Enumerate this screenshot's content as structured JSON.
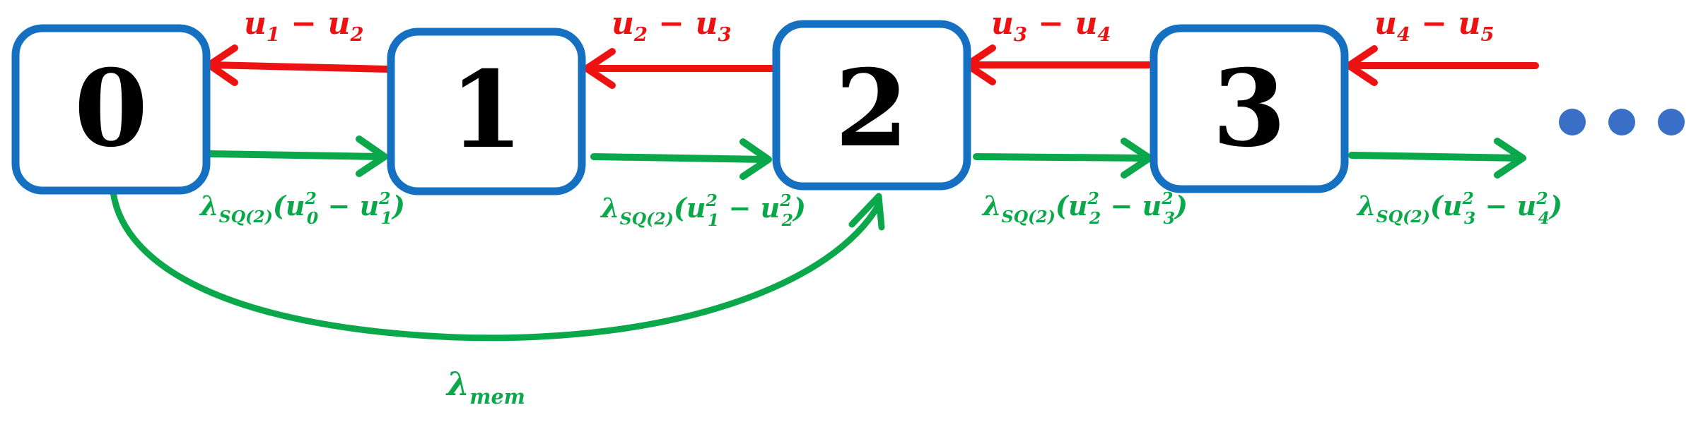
{
  "colors": {
    "box_border": "#1570c2",
    "death_arrow": "#ee1111",
    "birth_arrow": "#0aa84a",
    "ellipsis_dot": "#3a6fc7"
  },
  "states": [
    {
      "label": "0"
    },
    {
      "label": "1"
    },
    {
      "label": "2"
    },
    {
      "label": "3"
    }
  ],
  "death_labels": [
    {
      "a": "u",
      "a_sub": "1",
      "op": " − ",
      "b": "u",
      "b_sub": "2"
    },
    {
      "a": "u",
      "a_sub": "2",
      "op": " − ",
      "b": "u",
      "b_sub": "3"
    },
    {
      "a": "u",
      "a_sub": "3",
      "op": " − ",
      "b": "u",
      "b_sub": "4"
    },
    {
      "a": "u",
      "a_sub": "4",
      "op": " − ",
      "b": "u",
      "b_sub": "5"
    }
  ],
  "birth_labels": [
    {
      "lambda": "λ",
      "sub": "SQ(2)",
      "open": "(",
      "u1": "u",
      "u1_sup": "2",
      "u1_sub": "0",
      "op": " − ",
      "u2": "u",
      "u2_sup": "2",
      "u2_sub": "1",
      "close": ")"
    },
    {
      "lambda": "λ",
      "sub": "SQ(2)",
      "open": "(",
      "u1": "u",
      "u1_sup": "2",
      "u1_sub": "1",
      "op": " − ",
      "u2": "u",
      "u2_sup": "2",
      "u2_sub": "2",
      "close": ")"
    },
    {
      "lambda": "λ",
      "sub": "SQ(2)",
      "open": "(",
      "u1": "u",
      "u1_sup": "2",
      "u1_sub": "2",
      "op": " − ",
      "u2": "u",
      "u2_sup": "2",
      "u2_sub": "3",
      "close": ")"
    },
    {
      "lambda": "λ",
      "sub": "SQ(2)",
      "open": "(",
      "u1": "u",
      "u1_sup": "2",
      "u1_sub": "3",
      "op": " − ",
      "u2": "u",
      "u2_sup": "2",
      "u2_sub": "4",
      "close": ")"
    }
  ],
  "mem_label": {
    "lambda": "λ",
    "sub": "mem"
  },
  "ellipsis_count": 3
}
